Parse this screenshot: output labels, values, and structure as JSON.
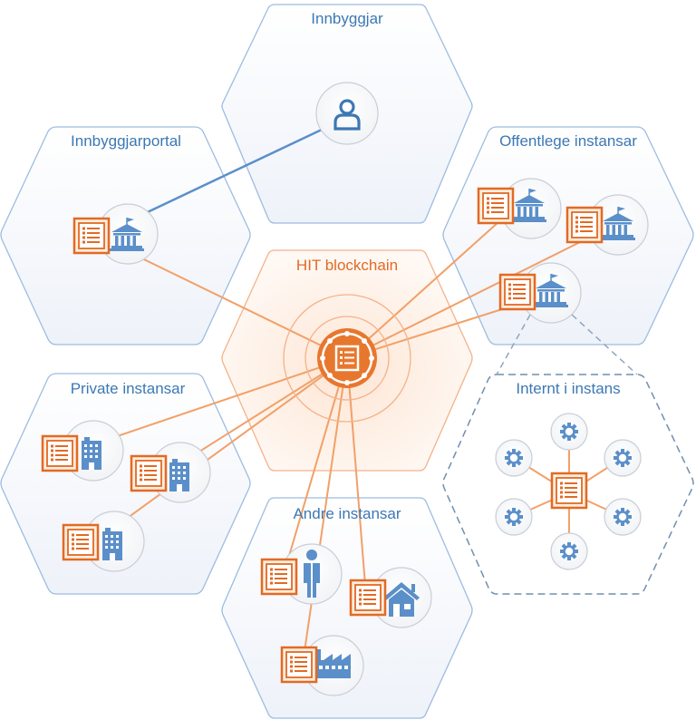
{
  "regions": {
    "citizen": {
      "title": "Innbyggjar"
    },
    "portal": {
      "title": "Innbyggjarportal"
    },
    "public": {
      "title": "Offentlege instansar"
    },
    "blockchain": {
      "title": "HIT blockchain"
    },
    "private": {
      "title": "Private instansar"
    },
    "internal": {
      "title": "Internt i instans"
    },
    "other": {
      "title": "Andre instansar"
    }
  },
  "colors": {
    "blue": "#5b8fc9",
    "blue_dark": "#3c78b4",
    "orange": "#e8772e",
    "orange_line": "#f2a068",
    "hex_fill": "#f3f6fb",
    "hex_stroke": "#9dbce0",
    "dashed": "#6f8fb0"
  },
  "icons": {
    "citizen": "person-icon",
    "portal": "government-building-icon",
    "public": "government-building-icon",
    "private": "office-building-icon",
    "internal_node": "gear-icon",
    "other": [
      "person-icon",
      "house-icon",
      "factory-icon"
    ],
    "record": "document-list-icon",
    "blockchain": "blockchain-hub-icon"
  }
}
